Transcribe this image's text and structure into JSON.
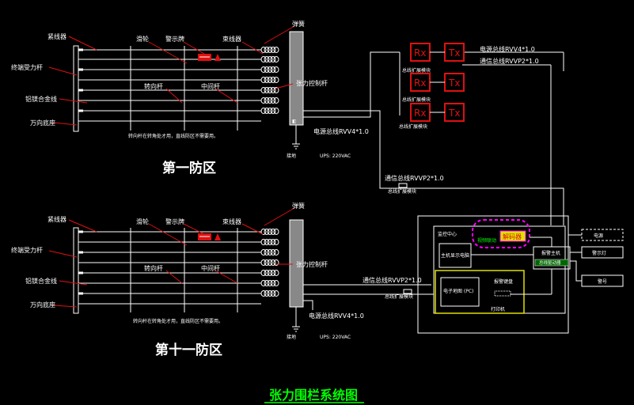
{
  "title": "张力围栏系统图",
  "zones": [
    {
      "name": "第一防区",
      "labels": {
        "tightener": "紧线器",
        "end_pole": "终端受力杆",
        "alloy_wire": "铝镁合金线",
        "base": "万向底座",
        "pulley": "滑轮",
        "warning_sign": "警示牌",
        "bundle": "束线器",
        "spring": "弹簧",
        "turn_pole": "转向杆",
        "middle_pole": "中间杆",
        "controller": "张力控制杆",
        "note": "转向杆在转角处才用，直线防区不需要用。",
        "power_bus": "电源总线RVV4*1.0",
        "ups": "UPS: 220VAC",
        "ground": "接地"
      }
    },
    {
      "name": "第十一防区",
      "labels": {
        "tightener": "紧线器",
        "end_pole": "终端受力杆",
        "alloy_wire": "铝镁合金线",
        "base": "万向底座",
        "pulley": "滑轮",
        "warning_sign": "警示牌",
        "bundle": "束线器",
        "spring": "弹簧",
        "turn_pole": "转向杆",
        "middle_pole": "中间杆",
        "controller": "张力控制杆",
        "note": "转向杆在转角处才用，直线防区不需要用。",
        "power_bus": "电源总线RVV4*1.0",
        "ups": "UPS: 220VAC",
        "ground": "接地",
        "comm_bus": "通信总线RVVP2*1.0",
        "ext_module": "总线扩展模块"
      }
    }
  ],
  "network": {
    "rx": [
      "Rx",
      "Rx",
      "Rx"
    ],
    "tx": [
      "Tx",
      "Tx",
      "Tx"
    ],
    "module_labels": [
      "总线扩展模块",
      "总线扩展模块",
      "总线扩展模块"
    ],
    "power_bus_top": "电源总线RVV4*1.0",
    "comm_bus_top": "通信总线RVVP2*1.0",
    "comm_bus_mid": "通信总线RVVP2*1.0",
    "ext_module_mid": "总线扩展模块"
  },
  "control_room": {
    "title": "监控中心",
    "decoder": "解码器",
    "decoder_sub": "视频联动",
    "monitor": "主机显示电脑",
    "host": "报警主机",
    "host_sub": "总线驱动器",
    "pc": "电子地图 (PC)",
    "keyboard": "报警键盘",
    "keyboard_sub": "打印机",
    "out1": "电源",
    "out2": "警示灯",
    "out3": "警号"
  },
  "colors": {
    "line": "#ffffff",
    "red": "#e01010",
    "green": "#00ff00",
    "yellow": "#e0e000",
    "magenta": "#ff00ff"
  }
}
